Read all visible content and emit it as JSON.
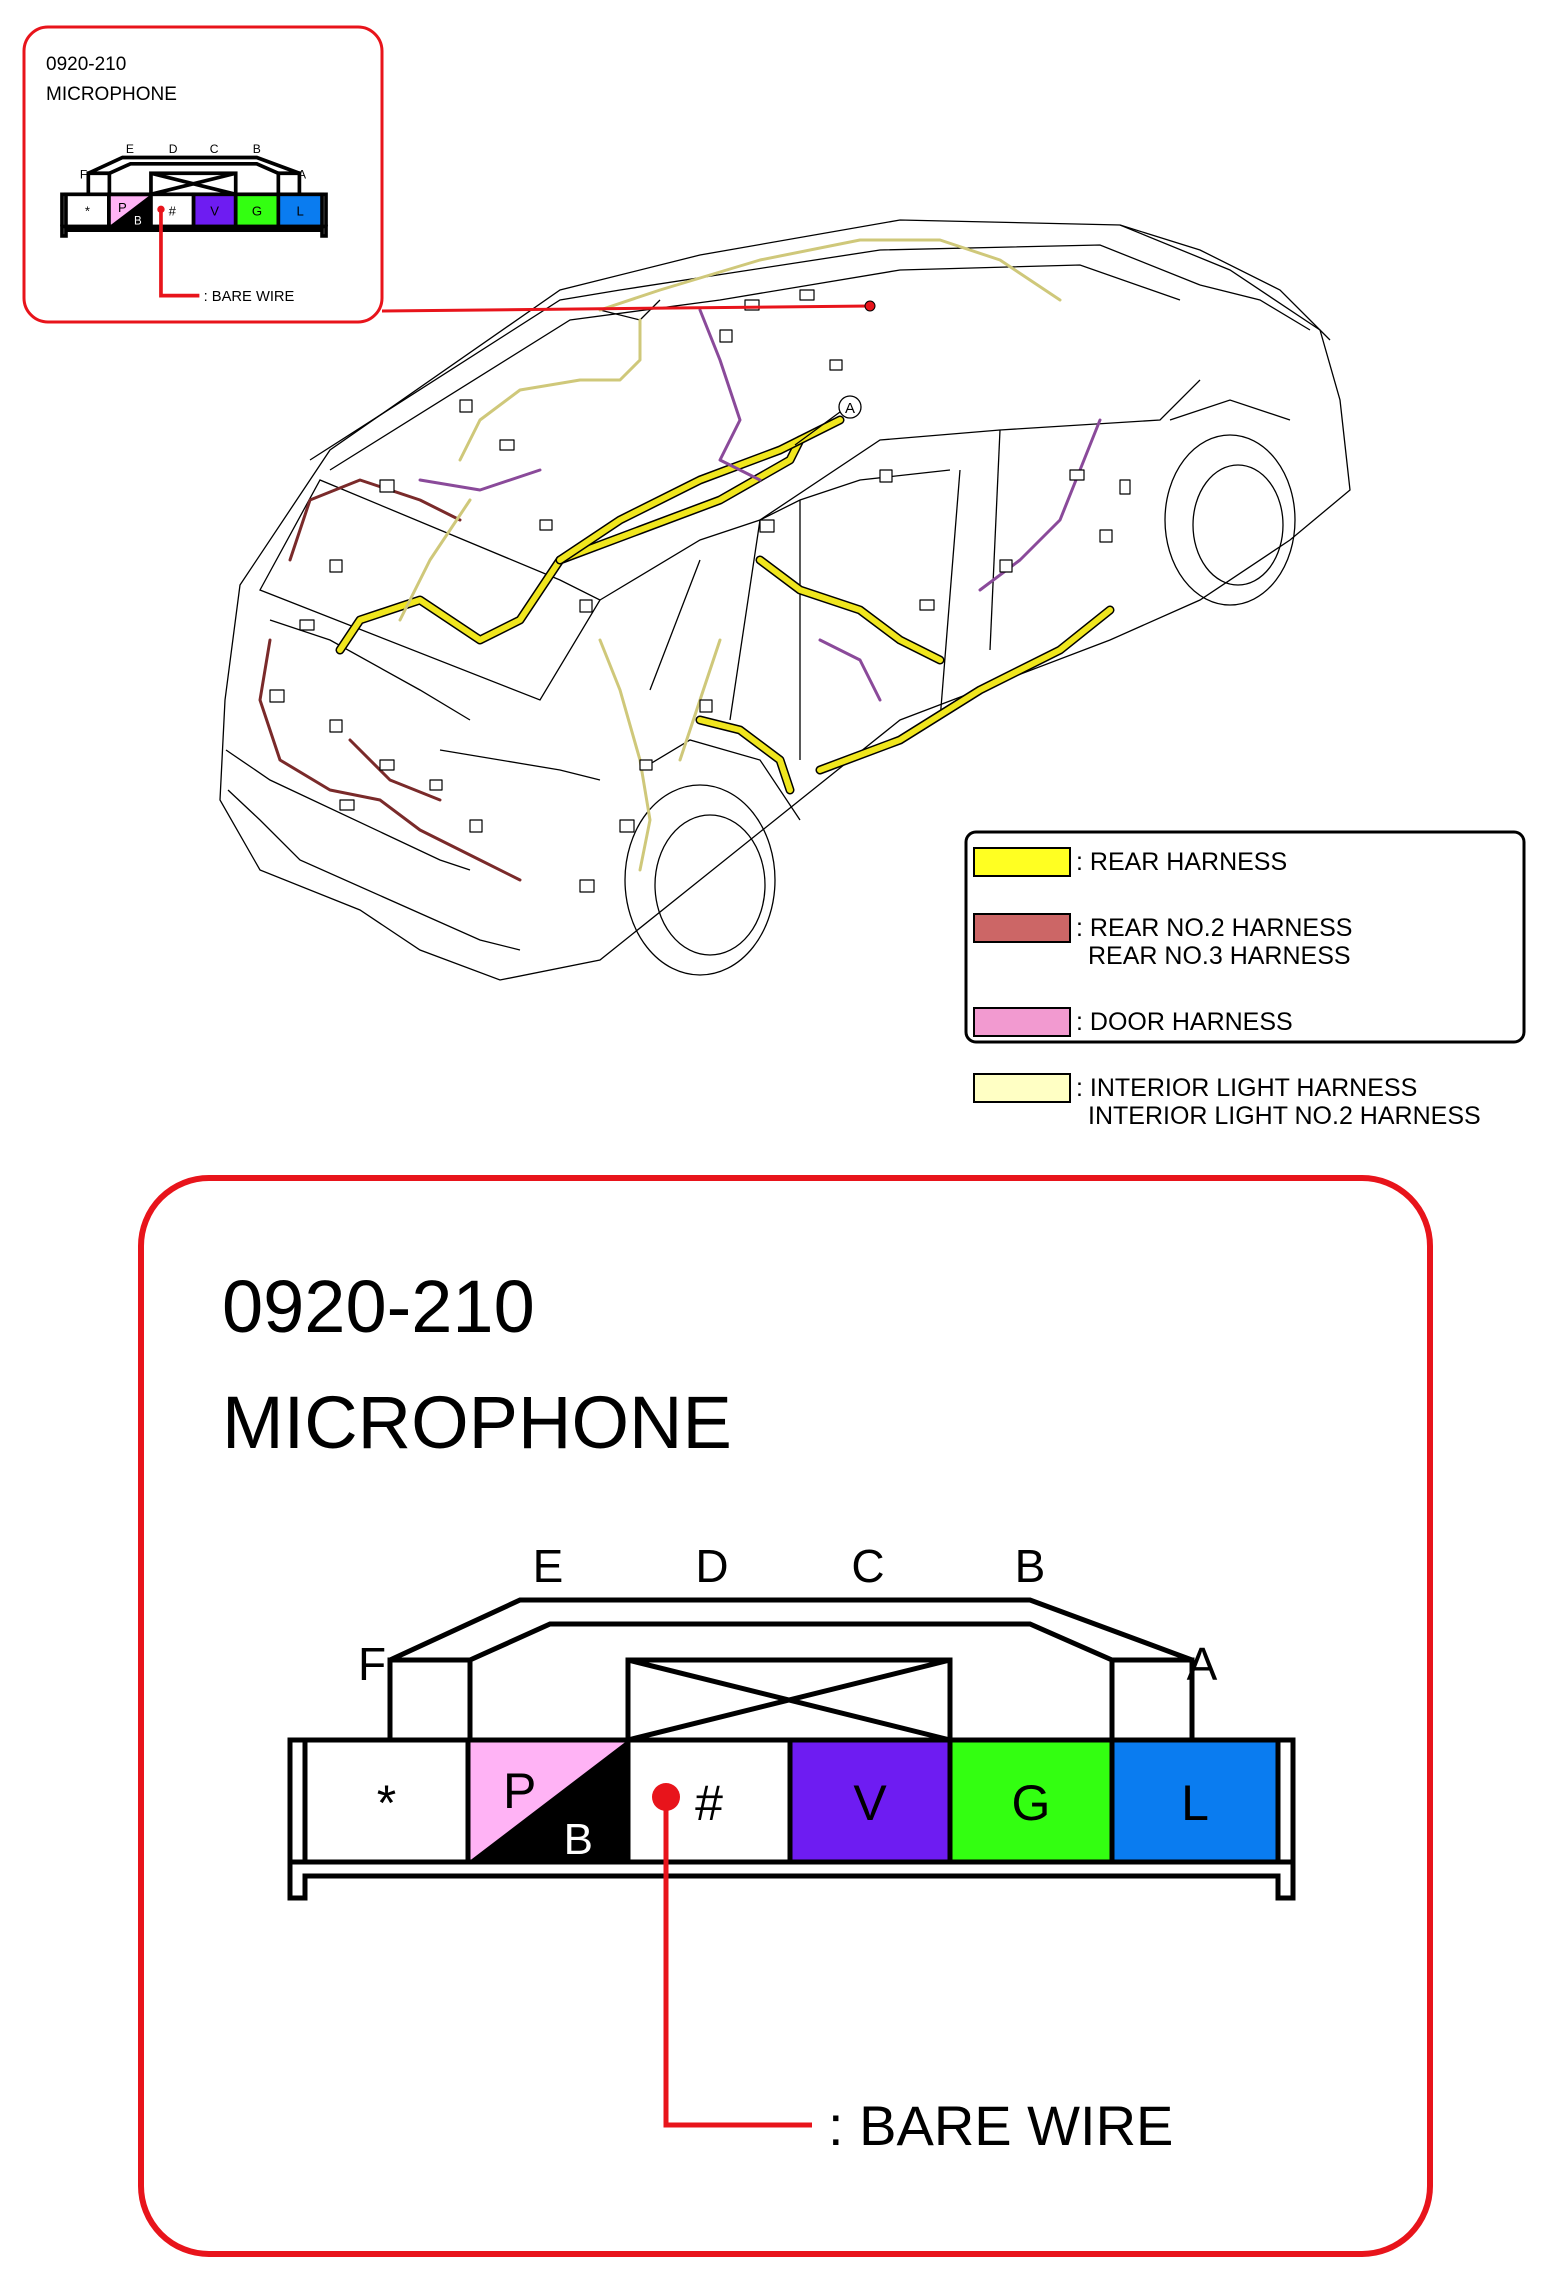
{
  "connector": {
    "code": "0920-210",
    "name": "MICROPHONE",
    "pin_labels_top": [
      "E",
      "D",
      "C",
      "B"
    ],
    "pin_label_left": "F",
    "pin_label_right": "A",
    "cells": [
      {
        "id": "F",
        "text": "*",
        "color": "#ffffff",
        "text_color": "#000000"
      },
      {
        "id": "E",
        "text": "P",
        "text2": "B",
        "color": "#ffb3f5",
        "color2": "#000000",
        "text_color": "#000000",
        "text2_color": "#ffffff"
      },
      {
        "id": "D",
        "text": "#",
        "color": "#ffffff",
        "text_color": "#000000"
      },
      {
        "id": "C",
        "text": "V",
        "color": "#6e1cf2",
        "text_color": "#000000"
      },
      {
        "id": "B",
        "text": "G",
        "color": "#33ff11",
        "text_color": "#000000"
      },
      {
        "id": "A",
        "text": "L",
        "color": "#0a7cf0",
        "text_color": "#000000"
      }
    ],
    "bare_wire_label": ": BARE WIRE",
    "bare_wire_color": "#e8141b"
  },
  "callout_frame_color": "#e8141b",
  "legend": {
    "items": [
      {
        "color": "#ffff22",
        "lines": [
          ": REAR HARNESS"
        ]
      },
      {
        "color": "#cc6666",
        "lines": [
          ": REAR NO.2 HARNESS",
          "REAR NO.3 HARNESS"
        ]
      },
      {
        "color": "#f29ad0",
        "lines": [
          ": DOOR HARNESS"
        ]
      },
      {
        "color": "#ffffc4",
        "lines": [
          ": INTERIOR LIGHT HARNESS",
          "INTERIOR LIGHT NO.2 HARNESS"
        ]
      }
    ]
  },
  "vehicle": {
    "location_marker": "A",
    "harness_colors": {
      "rear": "#f0e61e",
      "rear_no2": "#7a2a2a",
      "door": "#8a4a9a",
      "interior_light": "#cfc87a"
    }
  }
}
